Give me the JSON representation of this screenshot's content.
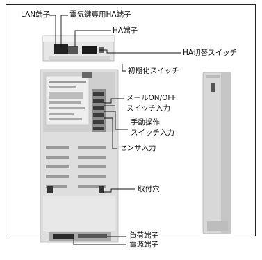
{
  "labels": {
    "lan": "LAN端子",
    "ha_lock": "電気鍵専用HA端子",
    "ha": "HA端子",
    "ha_switch": "HA切替スイッチ",
    "init_switch": "初期化スイッチ",
    "mail_onoff_1": "メールON/OFF",
    "mail_onoff_2": "スイッチ入力",
    "manual_1": "手動操作",
    "manual_2": "スイッチ入力",
    "sensor": "センサ入力",
    "mount_hole": "取付穴",
    "load_terminal": "負荷端子",
    "power_terminal": "電源端子"
  }
}
